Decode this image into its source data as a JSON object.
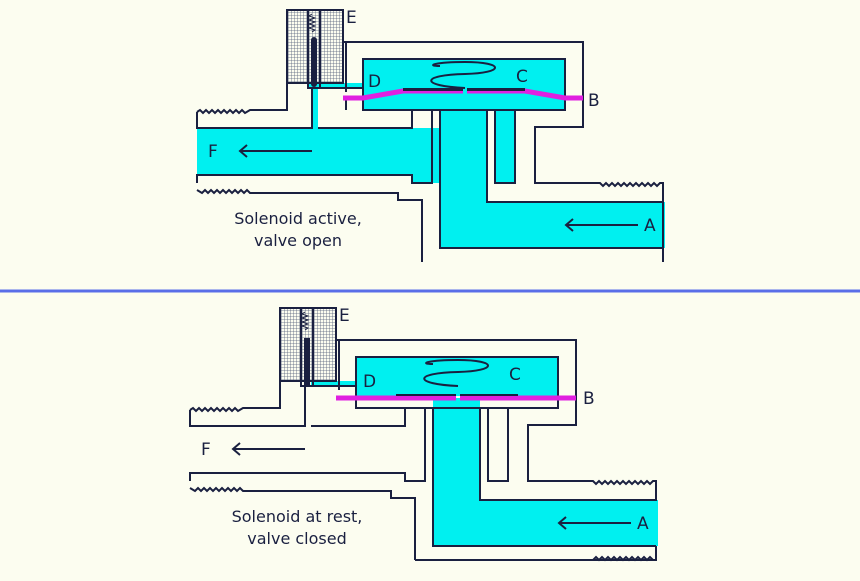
{
  "colors": {
    "background": "#fcfdf0",
    "fluid": "#00f0f0",
    "diaphragm": "#e020e0",
    "outline": "#1a2040",
    "divider": "#5a6ee8"
  },
  "top": {
    "labels": {
      "A": "A",
      "B": "B",
      "C": "C",
      "D": "D",
      "E": "E",
      "F": "F"
    },
    "caption_line1": "Solenoid active,",
    "caption_line2": "valve open"
  },
  "bottom": {
    "labels": {
      "A": "A",
      "B": "B",
      "C": "C",
      "D": "D",
      "E": "E",
      "F": "F"
    },
    "caption_line1": "Solenoid at rest,",
    "caption_line2": "valve closed"
  }
}
